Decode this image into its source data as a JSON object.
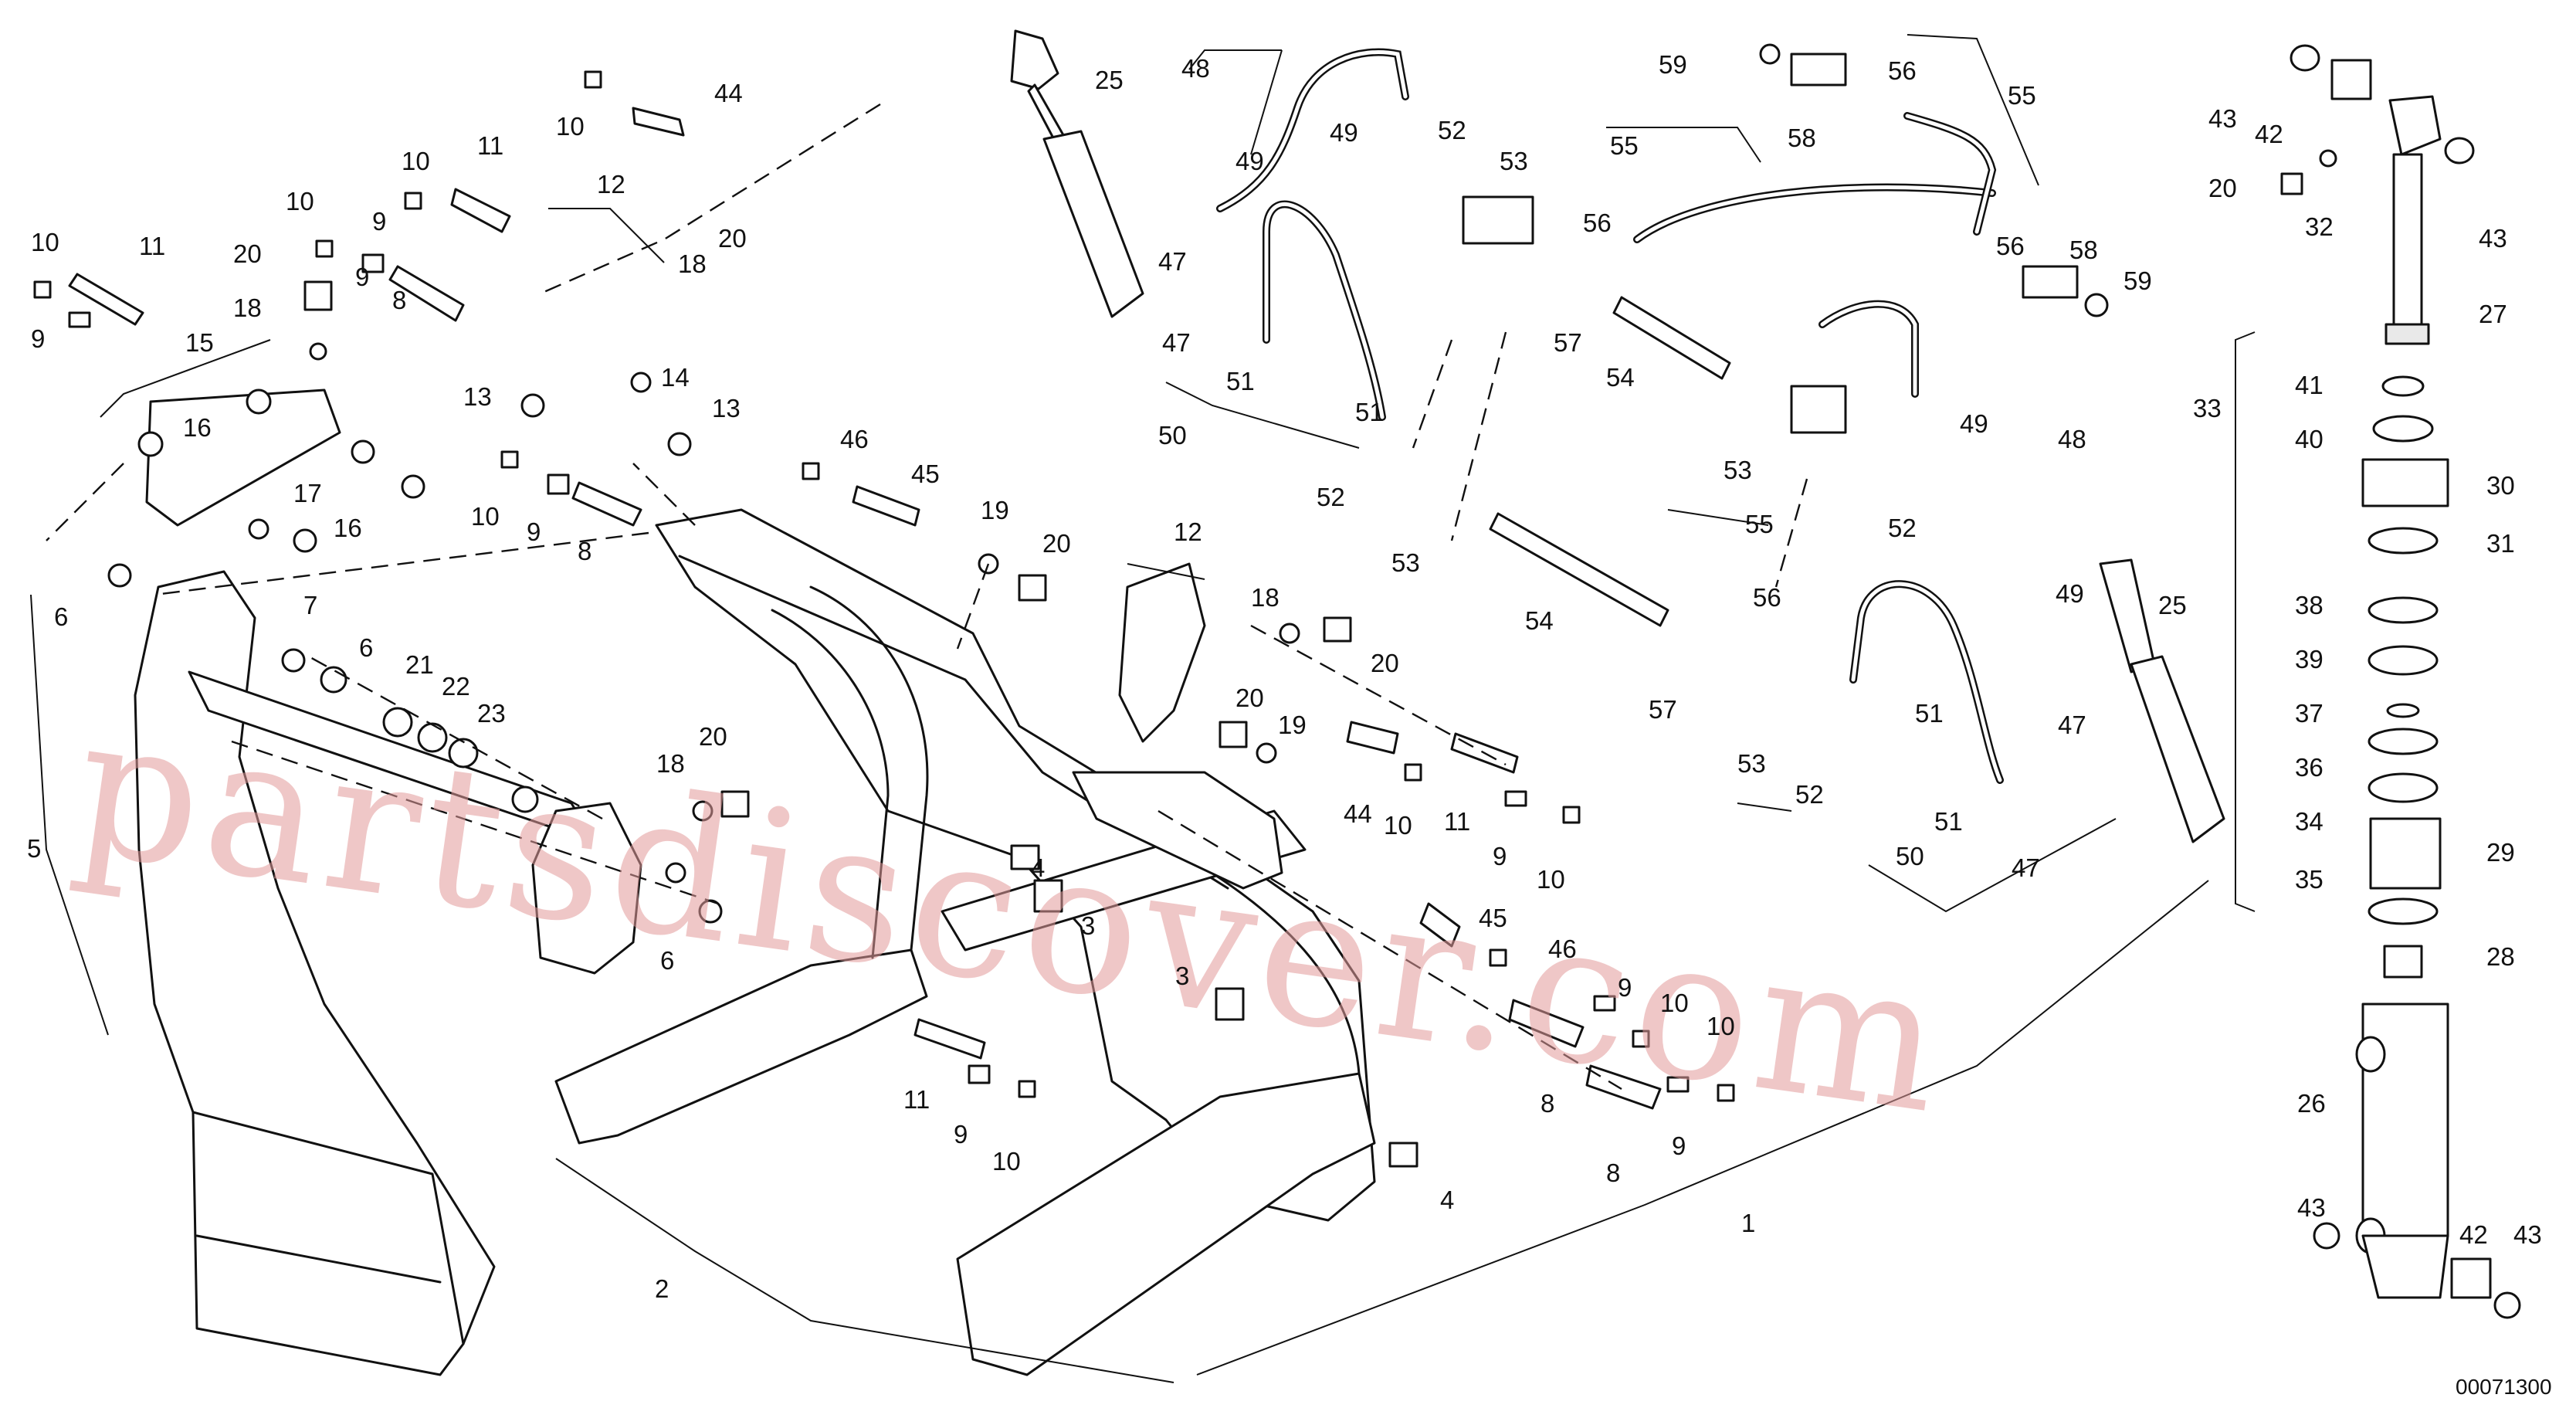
{
  "diagram": {
    "drawing_code": "00071300",
    "watermark": "partsdiscover.com",
    "callouts": [
      {
        "id": "c10a",
        "text": "10"
      },
      {
        "id": "c44a",
        "text": "44"
      },
      {
        "id": "c10b",
        "text": "10"
      },
      {
        "id": "c11a",
        "text": "11"
      },
      {
        "id": "c12a",
        "text": "12"
      },
      {
        "id": "c10c",
        "text": "10"
      },
      {
        "id": "c9a",
        "text": "9"
      },
      {
        "id": "c20a",
        "text": "20"
      },
      {
        "id": "c9b",
        "text": "9"
      },
      {
        "id": "c8a",
        "text": "8"
      },
      {
        "id": "c18a",
        "text": "18"
      },
      {
        "id": "c20b",
        "text": "20"
      },
      {
        "id": "c10d",
        "text": "10"
      },
      {
        "id": "c11b",
        "text": "11"
      },
      {
        "id": "c9c",
        "text": "9"
      },
      {
        "id": "c15",
        "text": "15"
      },
      {
        "id": "c18b",
        "text": "18"
      },
      {
        "id": "c16a",
        "text": "16"
      },
      {
        "id": "c13a",
        "text": "13"
      },
      {
        "id": "c14",
        "text": "14"
      },
      {
        "id": "c13b",
        "text": "13"
      },
      {
        "id": "c17",
        "text": "17"
      },
      {
        "id": "c16b",
        "text": "16"
      },
      {
        "id": "c10e",
        "text": "10"
      },
      {
        "id": "c9d",
        "text": "9"
      },
      {
        "id": "c8b",
        "text": "8"
      },
      {
        "id": "c46a",
        "text": "46"
      },
      {
        "id": "c45a",
        "text": "45"
      },
      {
        "id": "c19a",
        "text": "19"
      },
      {
        "id": "c20c",
        "text": "20"
      },
      {
        "id": "c6a",
        "text": "6"
      },
      {
        "id": "c7",
        "text": "7"
      },
      {
        "id": "c6b",
        "text": "6"
      },
      {
        "id": "c21",
        "text": "21"
      },
      {
        "id": "c22",
        "text": "22"
      },
      {
        "id": "c23",
        "text": "23"
      },
      {
        "id": "c5",
        "text": "5"
      },
      {
        "id": "c20d",
        "text": "20"
      },
      {
        "id": "c18c",
        "text": "18"
      },
      {
        "id": "c6c",
        "text": "6"
      },
      {
        "id": "c4a",
        "text": "4"
      },
      {
        "id": "c3a",
        "text": "3"
      },
      {
        "id": "c3b",
        "text": "3"
      },
      {
        "id": "c11c",
        "text": "11"
      },
      {
        "id": "c9e",
        "text": "9"
      },
      {
        "id": "c10f",
        "text": "10"
      },
      {
        "id": "c2",
        "text": "2"
      },
      {
        "id": "c4b",
        "text": "4"
      },
      {
        "id": "c25a",
        "text": "25"
      },
      {
        "id": "c48a",
        "text": "48"
      },
      {
        "id": "c49a",
        "text": "49"
      },
      {
        "id": "c49b",
        "text": "49"
      },
      {
        "id": "c52a",
        "text": "52"
      },
      {
        "id": "c53a",
        "text": "53"
      },
      {
        "id": "c47a",
        "text": "47"
      },
      {
        "id": "c47b",
        "text": "47"
      },
      {
        "id": "c51a",
        "text": "51"
      },
      {
        "id": "c50a",
        "text": "50"
      },
      {
        "id": "c51b",
        "text": "51"
      },
      {
        "id": "c52b",
        "text": "52"
      },
      {
        "id": "c53b",
        "text": "53"
      },
      {
        "id": "c12b",
        "text": "12"
      },
      {
        "id": "c18d",
        "text": "18"
      },
      {
        "id": "c20e",
        "text": "20"
      },
      {
        "id": "c20f",
        "text": "20"
      },
      {
        "id": "c19b",
        "text": "19"
      },
      {
        "id": "c44b",
        "text": "44"
      },
      {
        "id": "c10g",
        "text": "10"
      },
      {
        "id": "c11d",
        "text": "11"
      },
      {
        "id": "c9f",
        "text": "9"
      },
      {
        "id": "c10h",
        "text": "10"
      },
      {
        "id": "c45b",
        "text": "45"
      },
      {
        "id": "c46b",
        "text": "46"
      },
      {
        "id": "c9g",
        "text": "9"
      },
      {
        "id": "c10i",
        "text": "10"
      },
      {
        "id": "c10j",
        "text": "10"
      },
      {
        "id": "c8c",
        "text": "8"
      },
      {
        "id": "c8d",
        "text": "8"
      },
      {
        "id": "c9h",
        "text": "9"
      },
      {
        "id": "c1",
        "text": "1"
      },
      {
        "id": "c59a",
        "text": "59"
      },
      {
        "id": "c56a",
        "text": "56"
      },
      {
        "id": "c55a",
        "text": "55"
      },
      {
        "id": "c58a",
        "text": "58"
      },
      {
        "id": "c55b",
        "text": "55"
      },
      {
        "id": "c56b",
        "text": "56"
      },
      {
        "id": "c57a",
        "text": "57"
      },
      {
        "id": "c54a",
        "text": "54"
      },
      {
        "id": "c56c",
        "text": "56"
      },
      {
        "id": "c58b",
        "text": "58"
      },
      {
        "id": "c59b",
        "text": "59"
      },
      {
        "id": "c53c",
        "text": "53"
      },
      {
        "id": "c49c",
        "text": "49"
      },
      {
        "id": "c52c",
        "text": "52"
      },
      {
        "id": "c48b",
        "text": "48"
      },
      {
        "id": "c55c",
        "text": "55"
      },
      {
        "id": "c56d",
        "text": "56"
      },
      {
        "id": "c54b",
        "text": "54"
      },
      {
        "id": "c57b",
        "text": "57"
      },
      {
        "id": "c53d",
        "text": "53"
      },
      {
        "id": "c52d",
        "text": "52"
      },
      {
        "id": "c51c",
        "text": "51"
      },
      {
        "id": "c49d",
        "text": "49"
      },
      {
        "id": "c25b",
        "text": "25"
      },
      {
        "id": "c47c",
        "text": "47"
      },
      {
        "id": "c51d",
        "text": "51"
      },
      {
        "id": "c50b",
        "text": "50"
      },
      {
        "id": "c47d",
        "text": "47"
      },
      {
        "id": "c43a",
        "text": "43"
      },
      {
        "id": "c42a",
        "text": "42"
      },
      {
        "id": "c20g",
        "text": "20"
      },
      {
        "id": "c32",
        "text": "32"
      },
      {
        "id": "c43b",
        "text": "43"
      },
      {
        "id": "c27",
        "text": "27"
      },
      {
        "id": "c33",
        "text": "33"
      },
      {
        "id": "c41",
        "text": "41"
      },
      {
        "id": "c40",
        "text": "40"
      },
      {
        "id": "c30",
        "text": "30"
      },
      {
        "id": "c31",
        "text": "31"
      },
      {
        "id": "c38",
        "text": "38"
      },
      {
        "id": "c39",
        "text": "39"
      },
      {
        "id": "c37",
        "text": "37"
      },
      {
        "id": "c36",
        "text": "36"
      },
      {
        "id": "c34",
        "text": "34"
      },
      {
        "id": "c29",
        "text": "29"
      },
      {
        "id": "c35",
        "text": "35"
      },
      {
        "id": "c28",
        "text": "28"
      },
      {
        "id": "c26",
        "text": "26"
      },
      {
        "id": "c43c",
        "text": "43"
      },
      {
        "id": "c42b",
        "text": "42"
      },
      {
        "id": "c43d",
        "text": "43"
      }
    ]
  }
}
